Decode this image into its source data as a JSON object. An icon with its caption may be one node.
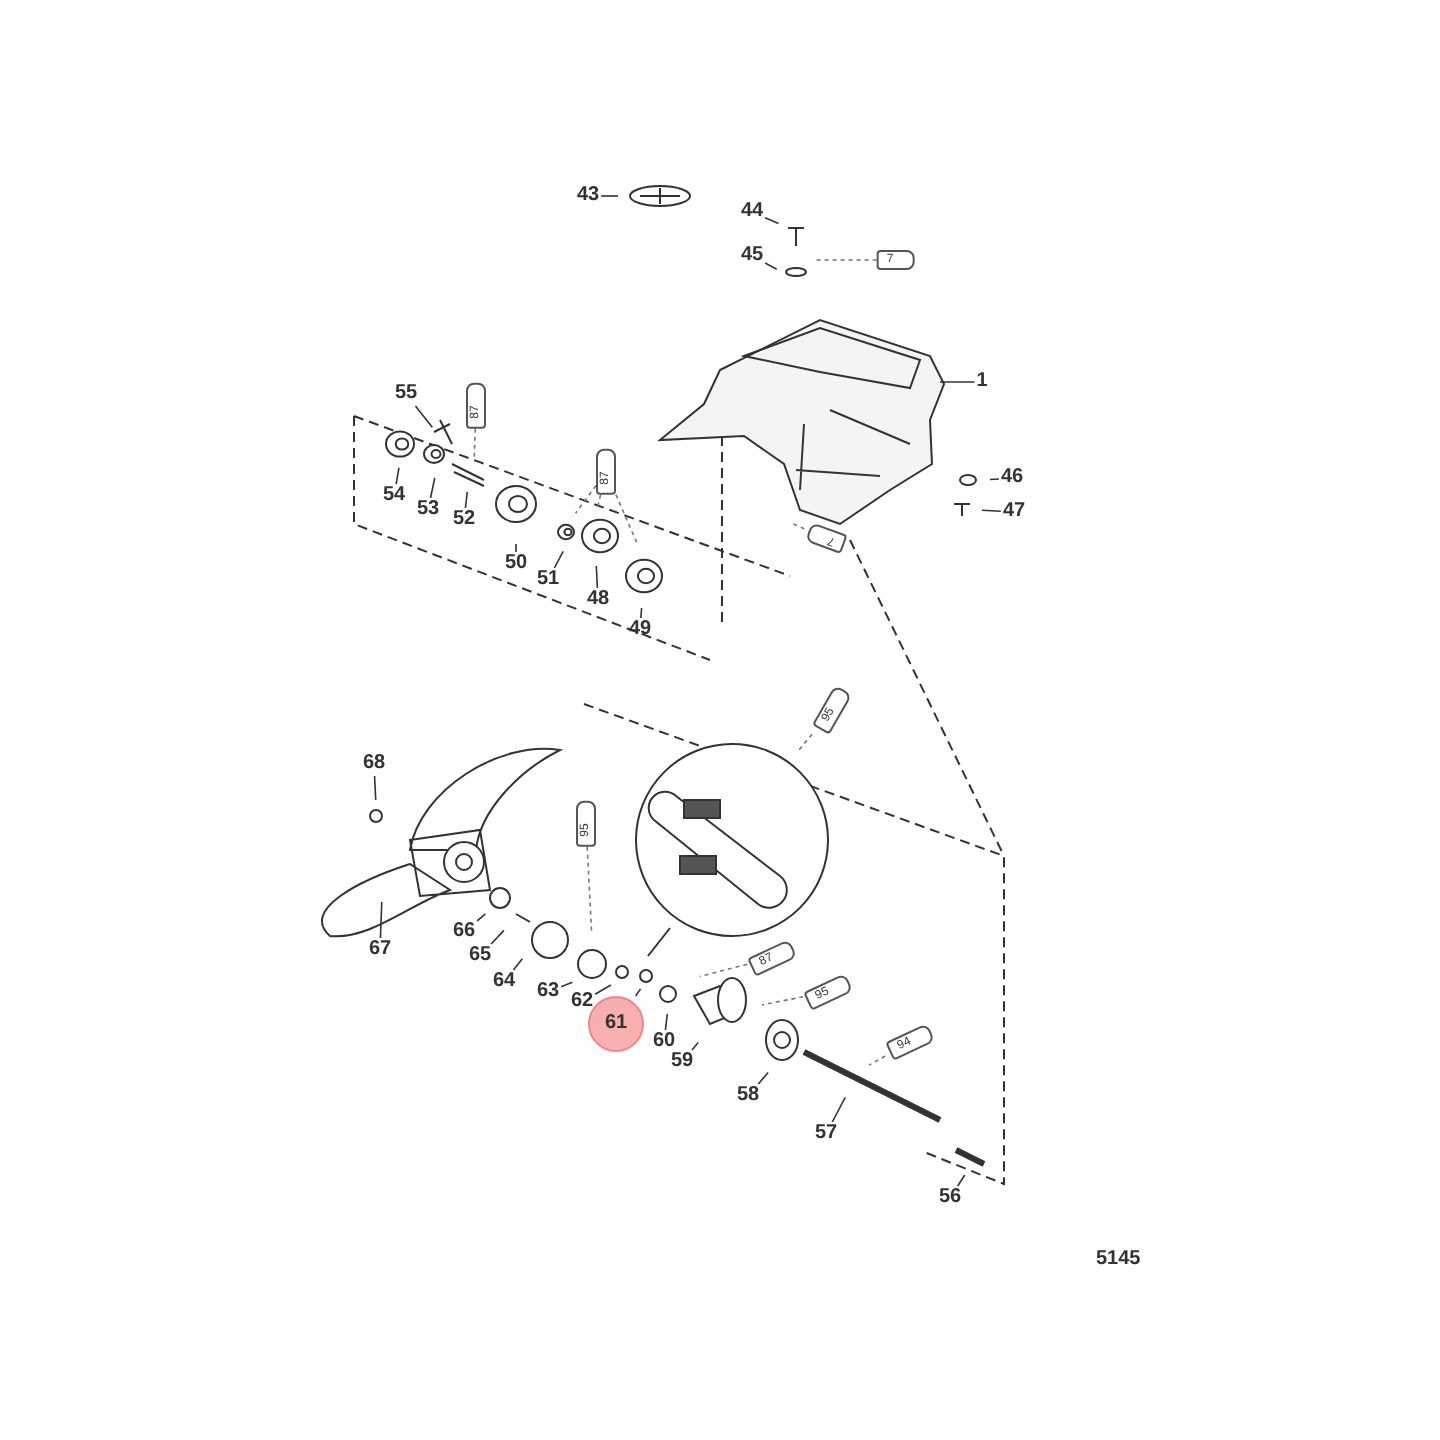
{
  "diagram": {
    "nodes": [
      {
        "text": [
          "43"
        ]
      },
      {
        "text": [
          "44"
        ]
      },
      {
        "text": [
          "45"
        ]
      },
      {
        "text": [
          "7"
        ]
      },
      {
        "text": [
          "1"
        ]
      },
      {
        "text": [
          "55"
        ]
      },
      {
        "text": [
          "87"
        ]
      },
      {
        "text": [
          "87"
        ]
      },
      {
        "text": [
          "46"
        ]
      },
      {
        "text": [
          "47"
        ]
      },
      {
        "text": [
          "54"
        ]
      },
      {
        "text": [
          "53"
        ]
      },
      {
        "text": [
          "52"
        ]
      },
      {
        "text": [
          "7"
        ]
      },
      {
        "text": [
          "50"
        ]
      },
      {
        "text": [
          "51"
        ]
      },
      {
        "text": [
          "48"
        ]
      },
      {
        "text": [
          "49"
        ]
      },
      {
        "text": [
          "95"
        ]
      },
      {
        "text": [
          "68"
        ]
      },
      {
        "text": [
          "95"
        ]
      },
      {
        "text": [
          "66"
        ]
      },
      {
        "text": [
          "67"
        ]
      },
      {
        "text": [
          "65"
        ]
      },
      {
        "text": [
          "64"
        ]
      },
      {
        "text": [
          "63"
        ]
      },
      {
        "text": [
          "62"
        ]
      },
      {
        "text": [
          "87"
        ]
      },
      {
        "text": [
          "95"
        ]
      },
      {
        "text": [
          "61"
        ]
      },
      {
        "text": [
          "60"
        ]
      },
      {
        "text": [
          "59"
        ]
      },
      {
        "text": [
          "94"
        ]
      },
      {
        "text": [
          "58"
        ]
      },
      {
        "text": [
          "57"
        ]
      },
      {
        "text": [
          "56"
        ]
      }
    ],
    "edges": [
      {
        "from": 0,
        "to": null,
        "arrow": "none"
      },
      {
        "from": 1,
        "to": null,
        "arrow": "none"
      },
      {
        "from": 2,
        "to": null,
        "arrow": "none"
      },
      {
        "from": 4,
        "to": null,
        "arrow": "none"
      },
      {
        "from": 5,
        "to": null,
        "arrow": "none"
      },
      {
        "from": 8,
        "to": null,
        "arrow": "none"
      },
      {
        "from": 9,
        "to": null,
        "arrow": "none"
      },
      {
        "from": 10,
        "to": null,
        "arrow": "none"
      },
      {
        "from": 11,
        "to": null,
        "arrow": "none"
      },
      {
        "from": 12,
        "to": null,
        "arrow": "none"
      },
      {
        "from": 14,
        "to": null,
        "arrow": "none"
      },
      {
        "from": 15,
        "to": null,
        "arrow": "none"
      },
      {
        "from": 16,
        "to": null,
        "arrow": "none"
      },
      {
        "from": 17,
        "to": null,
        "arrow": "none"
      },
      {
        "from": 19,
        "to": null,
        "arrow": "none"
      },
      {
        "from": 21,
        "to": null,
        "arrow": "none"
      },
      {
        "from": 22,
        "to": null,
        "arrow": "none"
      },
      {
        "from": 23,
        "to": null,
        "arrow": "none"
      },
      {
        "from": 24,
        "to": null,
        "arrow": "none"
      },
      {
        "from": 25,
        "to": null,
        "arrow": "none"
      },
      {
        "from": 26,
        "to": null,
        "arrow": "none"
      },
      {
        "from": 29,
        "to": null,
        "arrow": "none"
      },
      {
        "from": 30,
        "to": null,
        "arrow": "none"
      },
      {
        "from": 31,
        "to": null,
        "arrow": "none"
      },
      {
        "from": 33,
        "to": null,
        "arrow": "none"
      },
      {
        "from": 34,
        "to": null,
        "arrow": "none"
      },
      {
        "from": 35,
        "to": null,
        "arrow": "none"
      },
      {
        "from": 3,
        "to": null,
        "arrow": "none",
        "style": "dashed"
      },
      {
        "from": 6,
        "to": null,
        "arrow": "none",
        "style": "dashed"
      },
      {
        "from": 7,
        "to": null,
        "arrow": "none",
        "style": "dashed"
      },
      {
        "from": 7,
        "to": null,
        "arrow": "none",
        "style": "dashed"
      },
      {
        "from": 7,
        "to": null,
        "arrow": "none",
        "style": "dashed"
      },
      {
        "from": 13,
        "to": null,
        "arrow": "none",
        "style": "dashed"
      },
      {
        "from": 18,
        "to": null,
        "arrow": "none",
        "style": "dashed"
      },
      {
        "from": 20,
        "to": null,
        "arrow": "none",
        "style": "dashed"
      },
      {
        "from": 27,
        "to": null,
        "arrow": "none",
        "style": "dashed"
      },
      {
        "from": 28,
        "to": null,
        "arrow": "none",
        "style": "dashed"
      },
      {
        "from": 32,
        "to": null,
        "arrow": "none",
        "style": "dashed"
      }
    ],
    "labels": [
      "5145"
    ]
  }
}
